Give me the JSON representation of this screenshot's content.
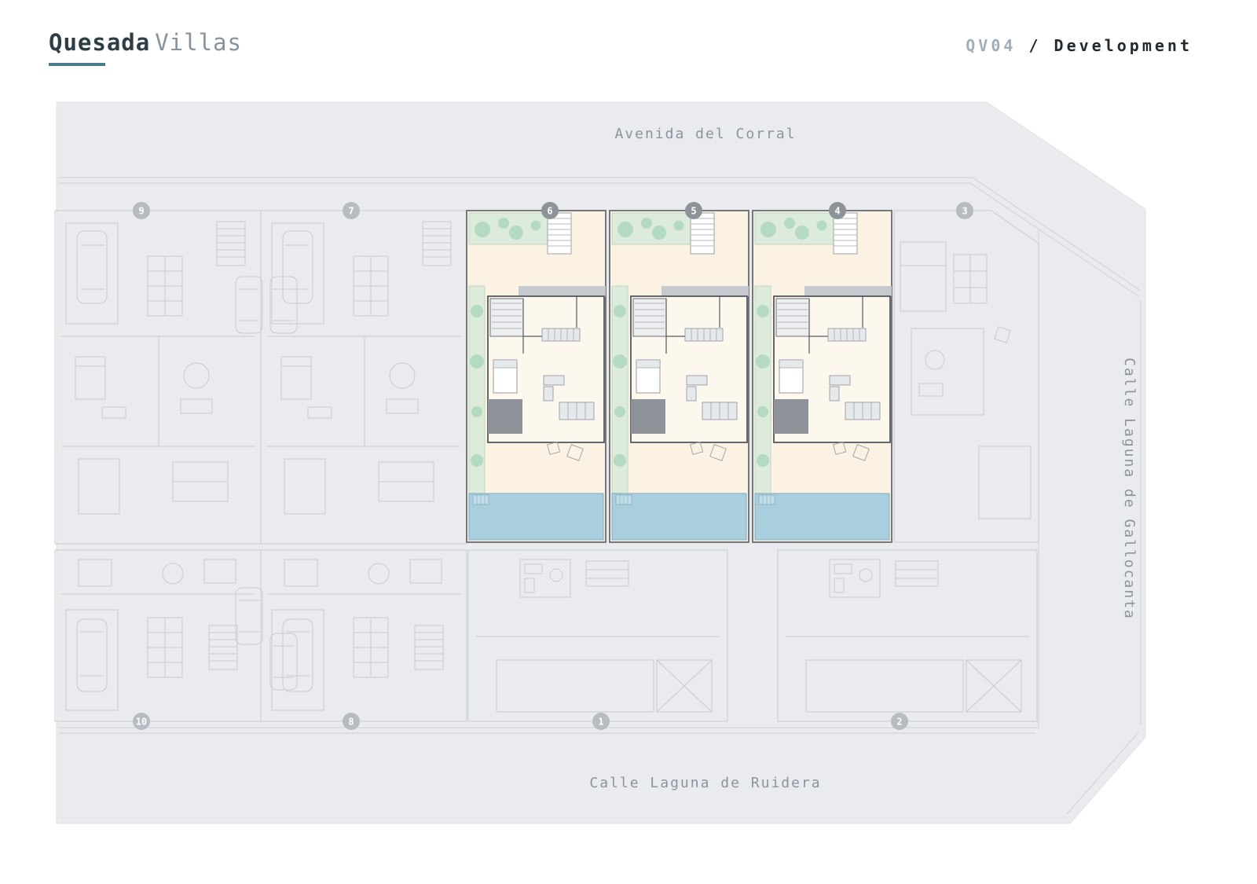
{
  "header": {
    "brand_primary": "Quesada",
    "brand_secondary": "Villas",
    "project_code": "QV04",
    "project_separator": "/",
    "project_name": "Development"
  },
  "streets": {
    "top": "Avenida del Corral",
    "right": "Calle Laguna de Gallocanta",
    "bottom": "Calle Laguna de Ruidera"
  },
  "plots": {
    "top_row": [
      {
        "number": "9",
        "state": "inactive"
      },
      {
        "number": "7",
        "state": "inactive"
      },
      {
        "number": "6",
        "state": "highlighted"
      },
      {
        "number": "5",
        "state": "highlighted"
      },
      {
        "number": "4",
        "state": "highlighted"
      },
      {
        "number": "3",
        "state": "inactive"
      }
    ],
    "bottom_row": [
      {
        "number": "10",
        "state": "inactive"
      },
      {
        "number": "8",
        "state": "inactive"
      },
      {
        "number": "1",
        "state": "inactive"
      },
      {
        "number": "2",
        "state": "inactive"
      }
    ]
  },
  "legend_colors": {
    "accent_underline": "#4b7a8c",
    "highlight_floor": "#fbf2e3",
    "garden_green": "#b4dac3",
    "pool_blue": "#a9cedd",
    "patio_gray": "#8e9399",
    "inactive_line": "#c7cbd1",
    "badge_active": "#8d9399",
    "badge_inactive": "#b7bcc2",
    "plan_background": "#e9ebee"
  }
}
